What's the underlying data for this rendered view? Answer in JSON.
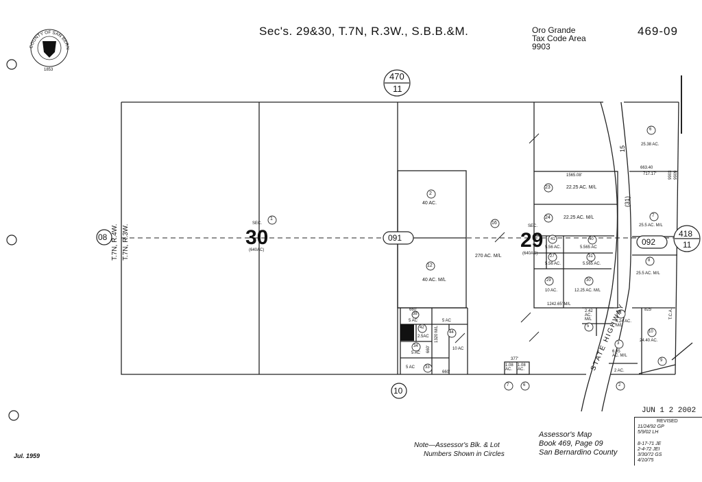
{
  "header": {
    "title": "Sec's. 29&30, T.7N, R.3W., S.B.B.&M.",
    "tax_code_area": [
      "Oro Grande",
      "Tax Code Area",
      "9903"
    ],
    "map_number": "469-09"
  },
  "seal": {
    "text": "COUNTY OF SAN BERNARDINO",
    "year": "1853"
  },
  "adjacent_maps": {
    "top": [
      "470",
      "11"
    ],
    "left": "08",
    "right": [
      "418",
      "11"
    ],
    "bottom": "10"
  },
  "township_labels": [
    "T.7N, R.4W.",
    "T.7N, R.3W."
  ],
  "sections": [
    {
      "prefix": "SEC.",
      "number": "30",
      "area": "(640AC)",
      "parcel": "1"
    },
    {
      "prefix": "SEC.",
      "number": "29",
      "area": "(640AC)"
    }
  ],
  "blocks": [
    "091",
    "092"
  ],
  "parcels": [
    {
      "number": "2",
      "area": "40 AC."
    },
    {
      "number": "12",
      "area": "40 AC. M/L"
    },
    {
      "number": "16",
      "area": "270 AC. M/L"
    },
    {
      "number": "23",
      "area": "22.25 AC. M/L"
    },
    {
      "number": "24",
      "area": "22.25 AC. M/L"
    },
    {
      "number": "41",
      "area": "5.56 AC."
    },
    {
      "number": "40",
      "area": "5.565 AC"
    },
    {
      "number": "27",
      "area": "5.56 AC."
    },
    {
      "number": "31",
      "area": "5.565 AC."
    },
    {
      "number": "29",
      "area": "10 AC."
    },
    {
      "number": "30",
      "area": "12.25 AC. M/L"
    },
    {
      "number": "6",
      "area": "25.38 AC."
    },
    {
      "number": "7",
      "area": "25.5 AC. M/L"
    },
    {
      "number": "8",
      "area": "25.5 AC. M/L"
    },
    {
      "number": "10",
      "area": "24.40 AC."
    },
    {
      "number": "5",
      "area": "2.42 AC. M/L"
    },
    {
      "number": "4",
      "area": "4.24 AC. M/L"
    },
    {
      "number": "3",
      "area": "6.85 AC. M/L"
    },
    {
      "number": "2",
      "area": "2 AC."
    },
    {
      "number": "9",
      "area": ""
    },
    {
      "number": "43",
      "area": "5 AC"
    },
    {
      "number": "42",
      "area": "2.5AC"
    },
    {
      "number": "44",
      "area": "10 AC"
    },
    {
      "number": "34",
      "area": "5 AC"
    },
    {
      "number": "33",
      "area": "5 AC"
    },
    {
      "number": "38",
      "area": "5 AC"
    },
    {
      "number": "7",
      "area": "1.08 AC."
    },
    {
      "number": "6",
      "area": "1.08 AC."
    }
  ],
  "dimensions": [
    "1565.08'",
    "1242.65' M/L",
    "660'",
    "1320 M/L",
    "660'",
    "660'",
    "663.40",
    "717.17'",
    "377'",
    "825'",
    "9903",
    "9909"
  ],
  "road_labels": {
    "highway": "STATE   HIGHWAY",
    "route": "15",
    "route2": "(31)",
    "misc": "T.C.A."
  },
  "notes": {
    "note": [
      "Note—Assessor's Blk. & Lot",
      "Numbers Shown in Circles"
    ],
    "book": [
      "Assessor's Map",
      "Book 469, Page 09",
      "San Bernardino County"
    ],
    "date_original": "Jul. 1959",
    "stamp": "JUN 1 2 2002",
    "revised_title": "REVISED",
    "revisions": [
      "11/24/92  GP",
      "5/9/02   LH",
      "",
      "8-17-71   JE",
      "2-4-72    JEI",
      "3/30/72   GS",
      "4/10/75"
    ]
  }
}
